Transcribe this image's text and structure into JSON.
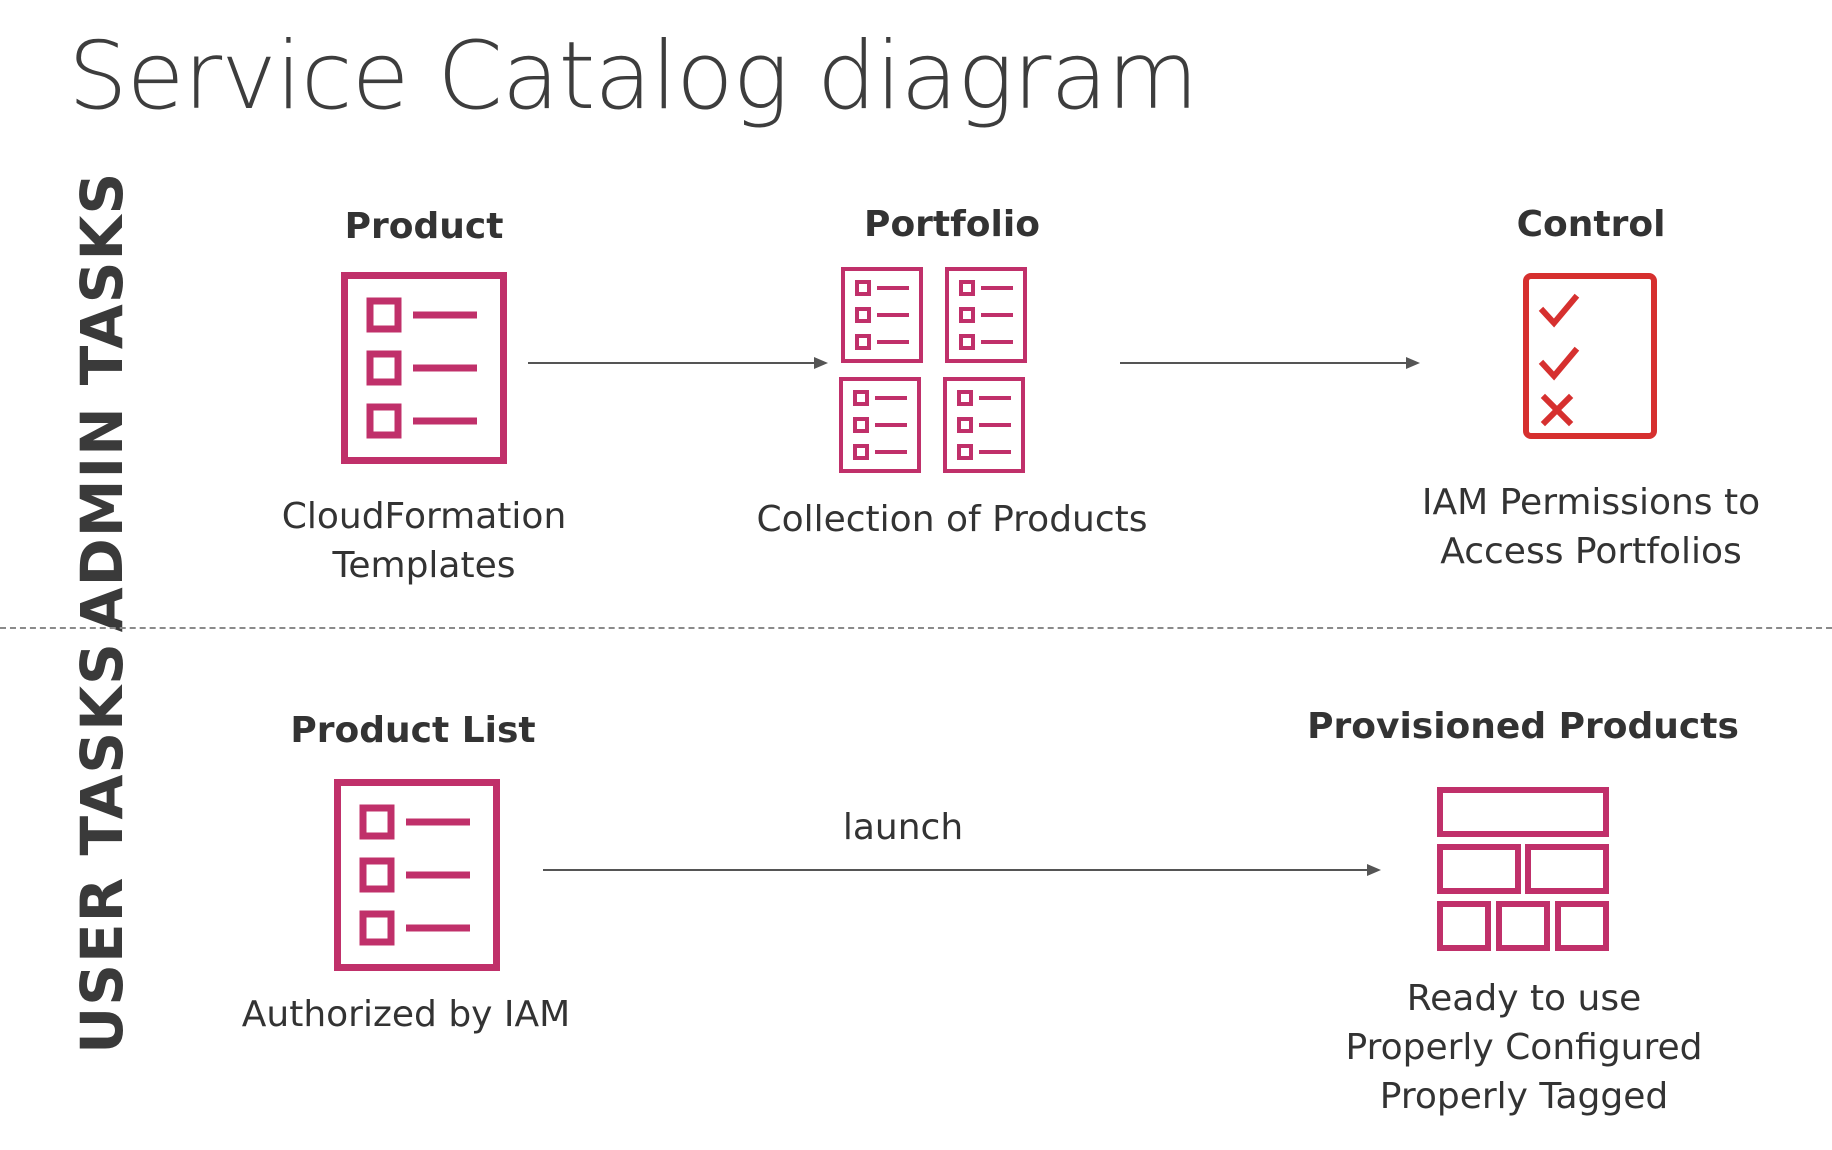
{
  "title": "Service Catalog diagram",
  "sections": {
    "admin": {
      "label": "ADMIN TASKS",
      "steps": [
        {
          "heading": "Product",
          "icon": "checklist-icon",
          "description": [
            "CloudFormation",
            "Templates"
          ]
        },
        {
          "heading": "Portfolio",
          "icon": "portfolio-grid-icon",
          "description": [
            "Collection of Products"
          ]
        },
        {
          "heading": "Control",
          "icon": "control-checklist-icon",
          "description": [
            "IAM Permissions to",
            "Access Portfolios"
          ]
        }
      ]
    },
    "user": {
      "label": "USER TASKS",
      "steps": [
        {
          "heading": "Product List",
          "icon": "checklist-icon",
          "description": [
            "Authorized by IAM"
          ]
        },
        {
          "heading": "Provisioned Products",
          "icon": "provisioned-blocks-icon",
          "description": [
            "Ready to use",
            "Properly Configured",
            "Properly Tagged"
          ]
        }
      ],
      "arrow_label": "launch"
    }
  },
  "colors": {
    "icon_magenta": "#c0306a",
    "icon_red": "#d6302f",
    "text": "#333333",
    "divider": "#8a8a8a"
  }
}
